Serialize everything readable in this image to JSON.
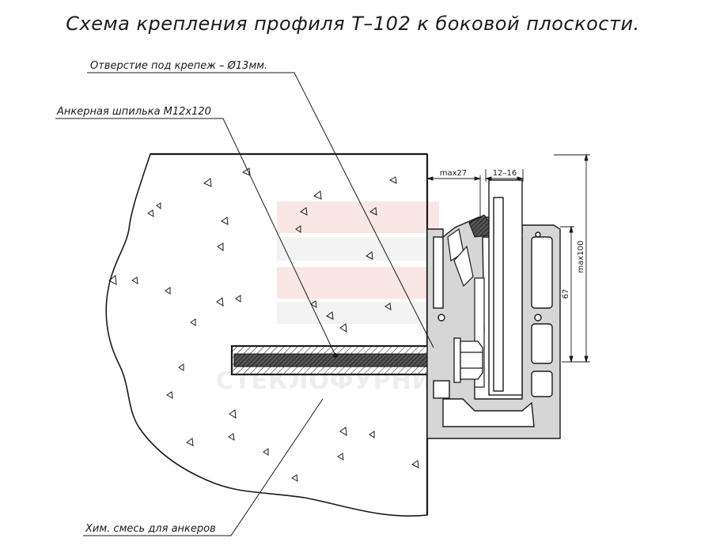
{
  "title": "Схема крепления профиля Т–102 к боковой плоскости.",
  "callouts": {
    "hole": "Отверстие под крепеж – Ø13мм.",
    "anchor": "Анкерная шпилька М12х120",
    "chem": "Хим. смесь для анкеров"
  },
  "dimensions": {
    "gap": "max27",
    "glass": "12–16",
    "height_total": "max100",
    "height_inner": "67"
  },
  "watermark": "СТЕКЛОФУРНИ",
  "colors": {
    "line": "#1a1a1a",
    "profile_fill": "#cfcfcf",
    "watermark_red": "#f2c9c4",
    "watermark_grey": "#eeeeee"
  }
}
